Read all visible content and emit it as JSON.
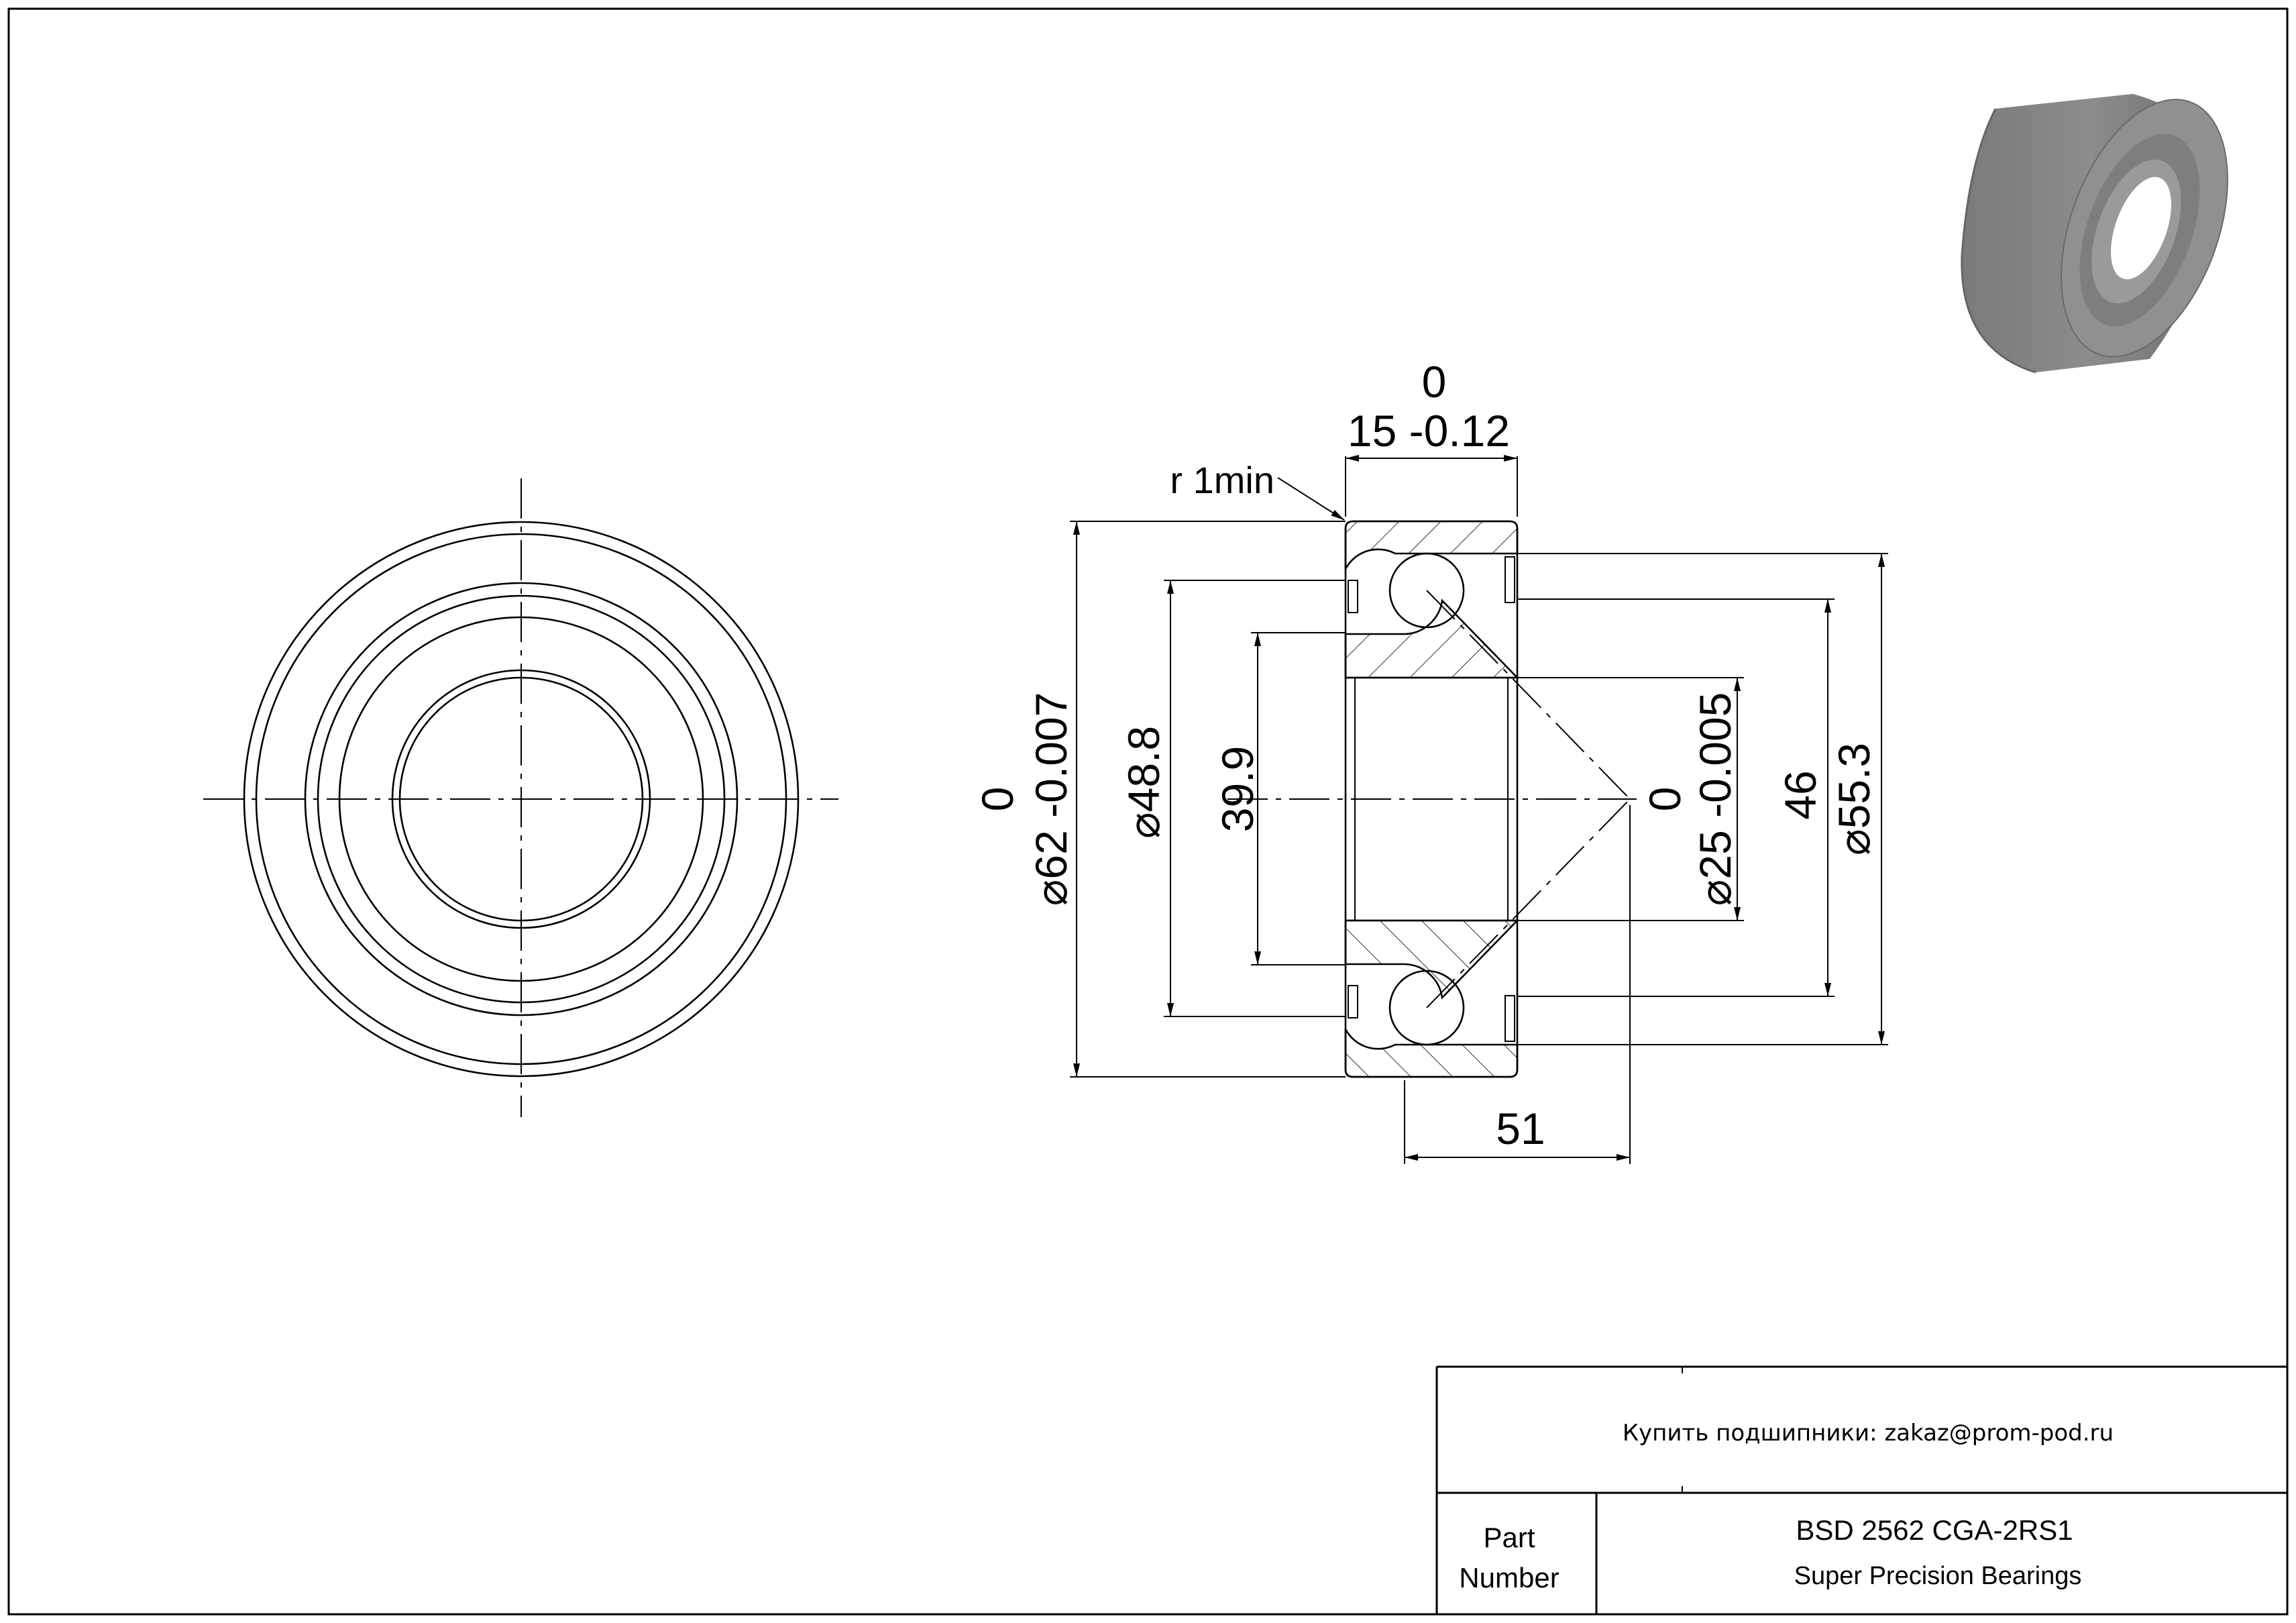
{
  "drawing": {
    "part_number": "BSD 2562 CGA-2RS1",
    "description": "Super Precision Bearings",
    "contact": "Купить подшипники: zakaz@prom-pod.ru",
    "part_label_line1": "Part",
    "part_label_line2": "Number"
  },
  "dimensions": {
    "width_upper": "0",
    "width": "15 -0.12",
    "fillet": "r 1min",
    "outer_upper": "0",
    "outer": "62 -0.007",
    "d48": "48.8",
    "d39": "39.9",
    "bore_upper": "0",
    "bore": "25 -0.005",
    "d46": "46",
    "d55": "55.3",
    "pressure_point": "51"
  },
  "symbols": {
    "diameter": "⌀"
  },
  "icons": {
    "bearing_3d": "bearing-3d-render-icon"
  }
}
